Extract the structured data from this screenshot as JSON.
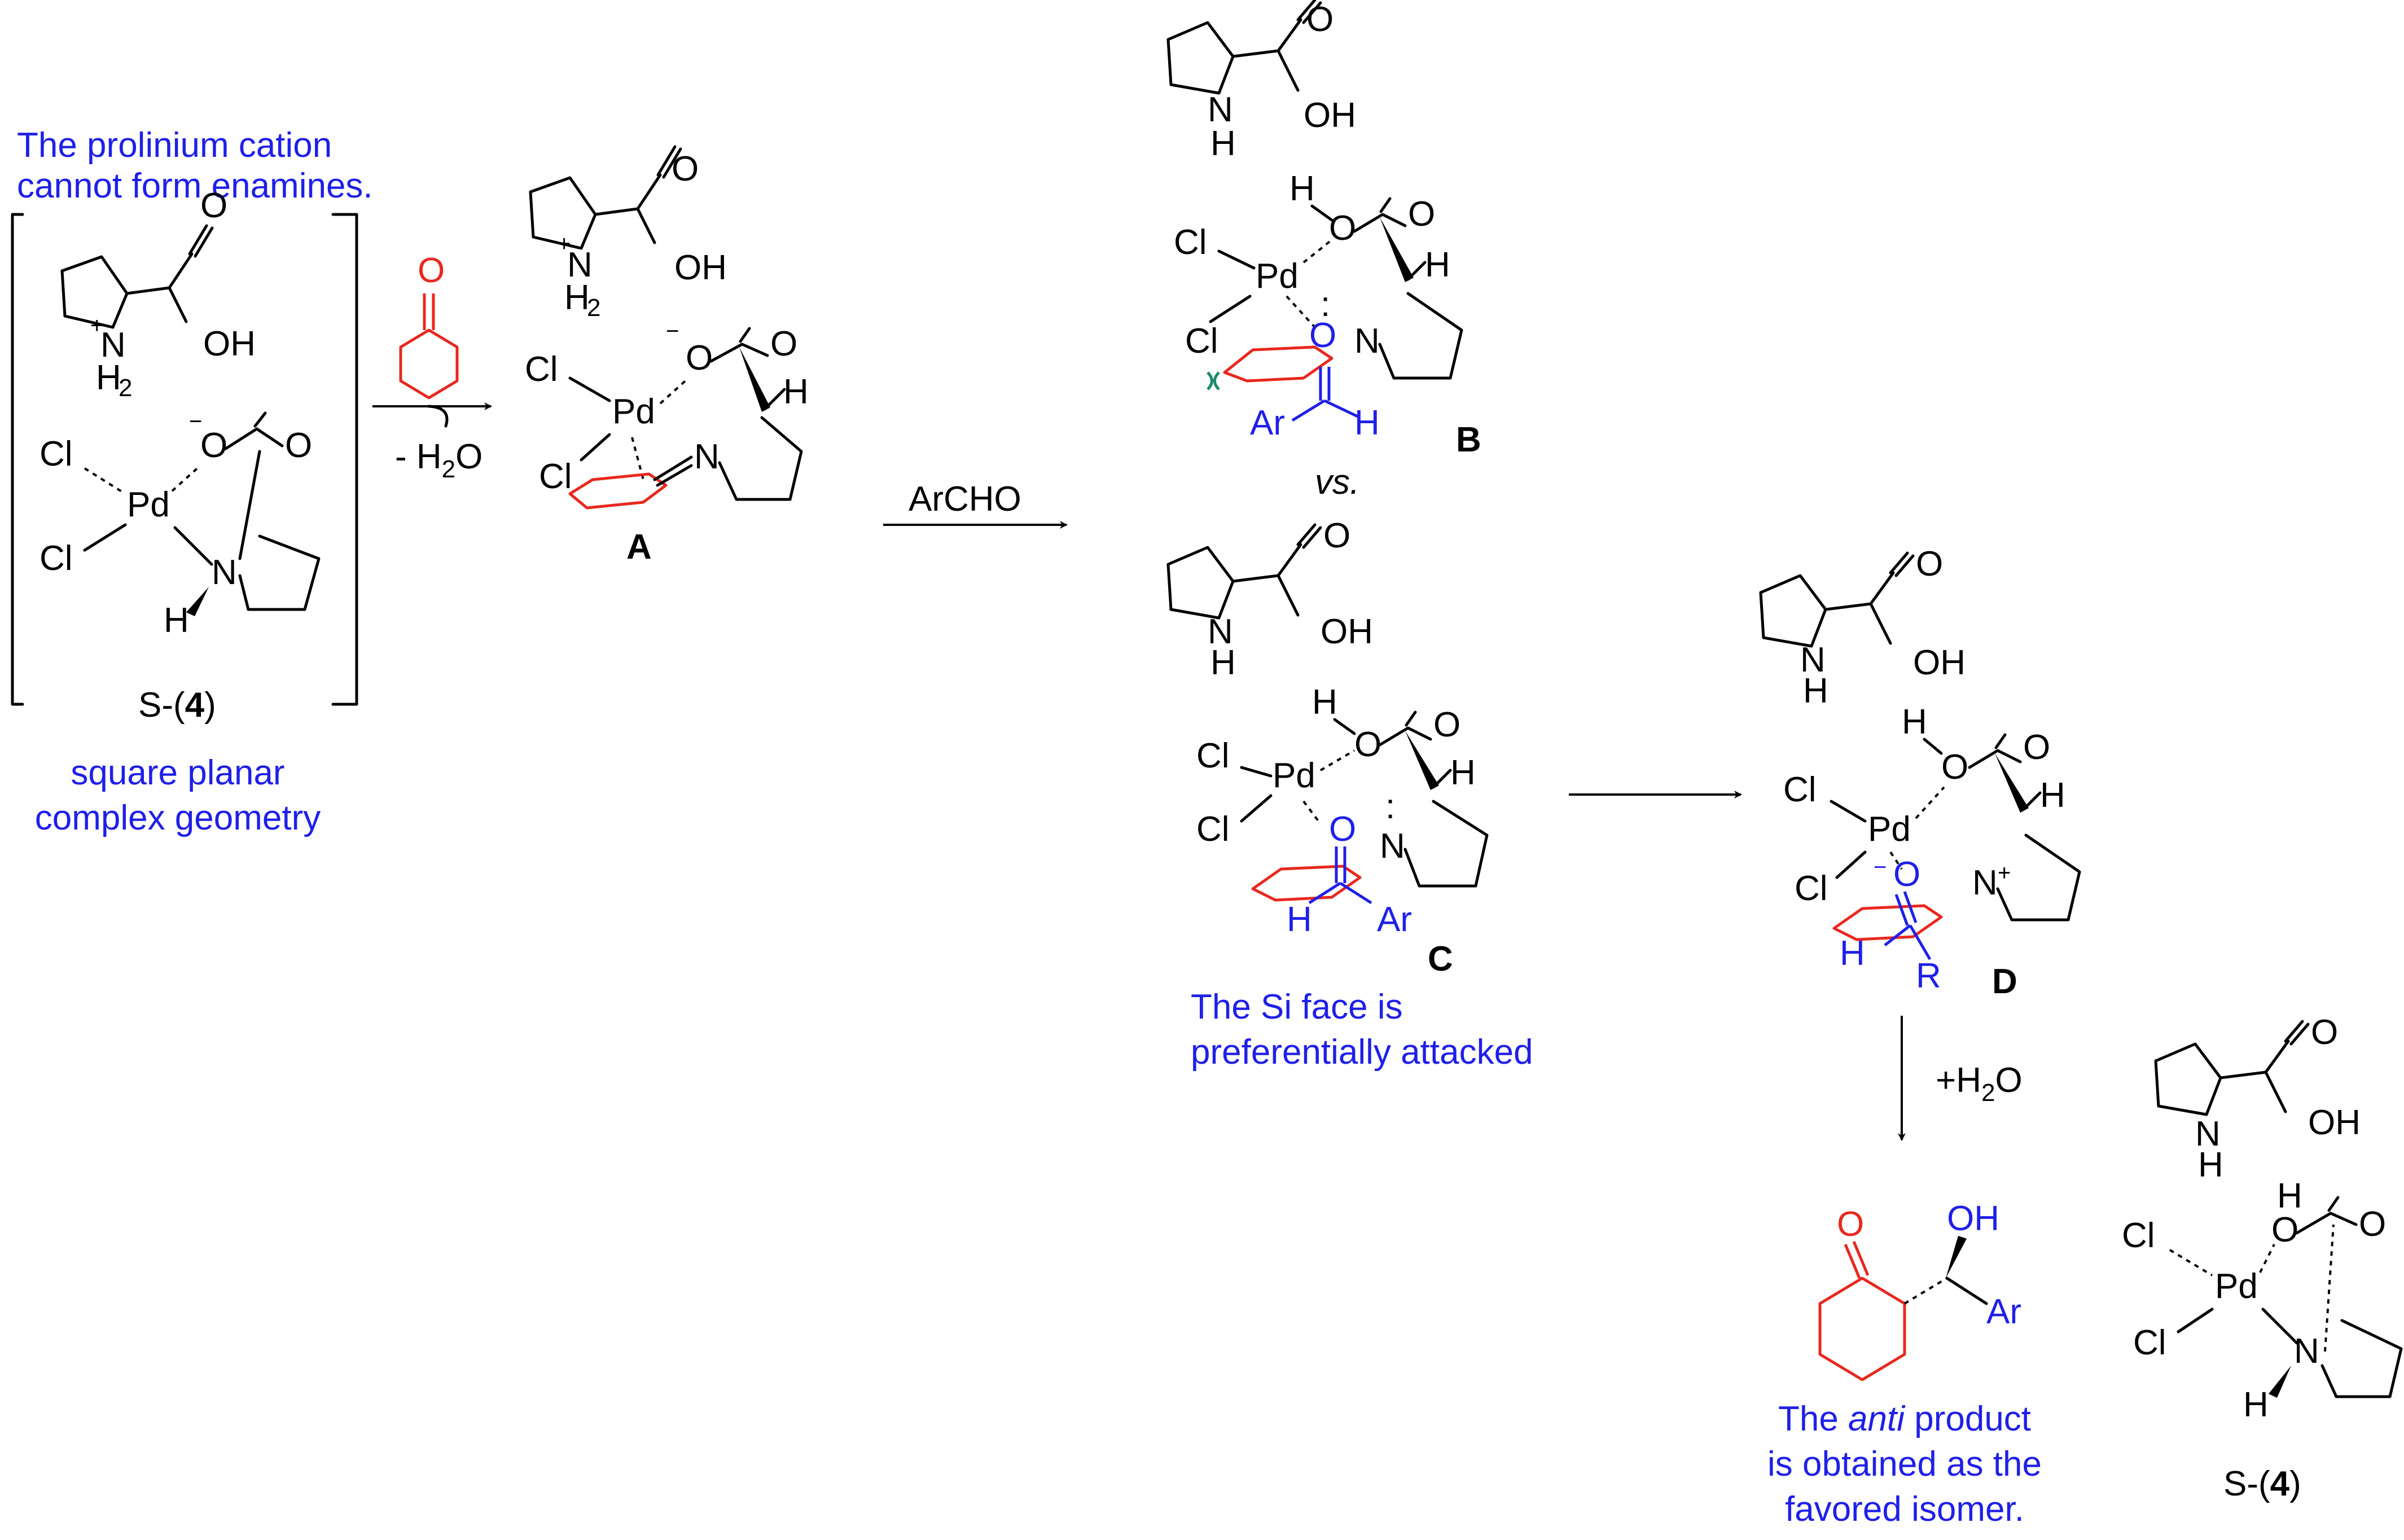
{
  "notes": {
    "prolinium": [
      "The prolinium cation",
      "cannot form enamines."
    ],
    "square_planar": [
      "square planar",
      "complex geometry"
    ],
    "si_face": [
      "The Si face is",
      "preferentially attacked"
    ],
    "anti_italic": "anti",
    "anti_rest": " product",
    "anti_line2": "is obtained as the",
    "anti_line3": "favored isomer."
  },
  "labels": {
    "s4_prefix": "S-(",
    "s4_bold": "4",
    "s4_suffix": ")",
    "A": "A",
    "B": "B",
    "C": "C",
    "D": "D",
    "vs": "vs."
  },
  "atoms": {
    "Cl": "Cl",
    "Pd": "Pd",
    "N": "N",
    "H": "H",
    "O": "O",
    "OH": "OH",
    "Ar": "Ar",
    "R": "R",
    "plus": "+",
    "minus": "−",
    "two": "2"
  },
  "reagents": {
    "minus_h2o": "- H",
    "h2o_sub": "2",
    "h2o_o": "O",
    "archo": "ArCHO",
    "plus_h2o": "+H",
    "plus_h2o_sub": "2",
    "plus_h2o_o": "O"
  },
  "colors": {
    "annotation_blue": "#1f1fe8",
    "ketone_red": "#e8281f",
    "steric_green": "#1a8a6a"
  }
}
